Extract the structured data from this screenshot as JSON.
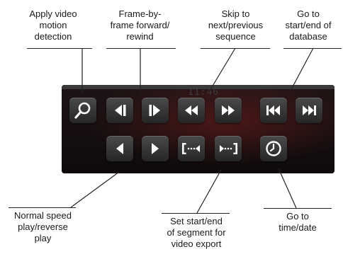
{
  "annotations": {
    "top": [
      {
        "id": "motion",
        "text": "Apply video\nmotion\ndetection"
      },
      {
        "id": "frame",
        "text": "Frame-by-\nframe forward/\nrewind"
      },
      {
        "id": "skip",
        "text": "Skip to\nnext/previous\nsequence"
      },
      {
        "id": "startend",
        "text": "Go to\nstart/end of\ndatabase"
      }
    ],
    "bottom": [
      {
        "id": "normal",
        "text": "Normal speed\nplay/reverse\nplay"
      },
      {
        "id": "segment",
        "text": "Set start/end\nof segment for\nvideo export"
      },
      {
        "id": "goto",
        "text": "Go to\ntime/date"
      }
    ]
  },
  "panel": {
    "timecode": "11:46",
    "row1_icons": [
      "search-icon",
      "frame-back-icon",
      "frame-forward-icon",
      "skip-previous-icon",
      "skip-next-icon",
      "go-to-start-icon",
      "go-to-end-icon"
    ],
    "row2_icons": [
      "reverse-play-icon",
      "play-icon",
      "segment-start-icon",
      "segment-end-icon",
      "clock-icon"
    ],
    "icon_color": "#ffffff",
    "button_color": "#3a3a3a",
    "background_color": "#120c0d"
  }
}
